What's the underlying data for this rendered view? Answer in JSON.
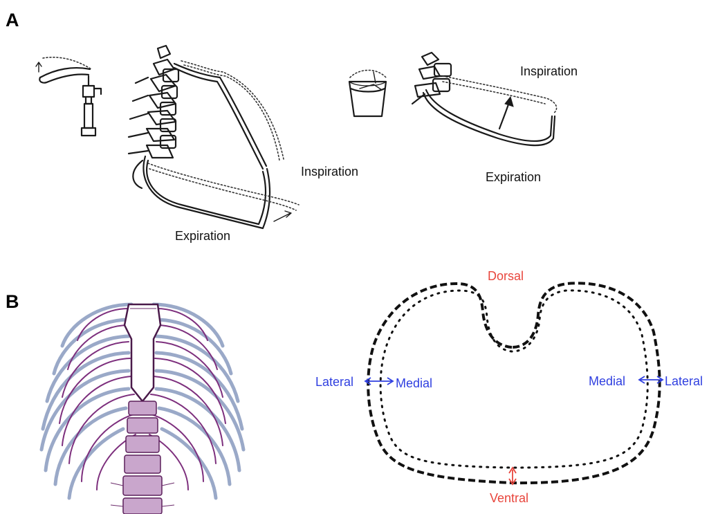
{
  "panels": {
    "a": {
      "label": "A"
    },
    "b": {
      "label": "B"
    }
  },
  "panel_a": {
    "pump_handle": {
      "inspiration": "Inspiration",
      "expiration": "Expiration"
    },
    "bucket_handle": {
      "inspiration": "Inspiration",
      "expiration": "Expiration"
    }
  },
  "panel_b": {
    "cross_section": {
      "dorsal": "Dorsal",
      "ventral": "Ventral",
      "left_lateral": "Lateral",
      "left_medial": "Medial",
      "right_medial": "Medial",
      "right_lateral": "Lateral"
    }
  },
  "colors": {
    "dorsal_ventral": "#e8453c",
    "lateral_medial": "#2f3fe0",
    "outline": "#1a1a1a"
  }
}
